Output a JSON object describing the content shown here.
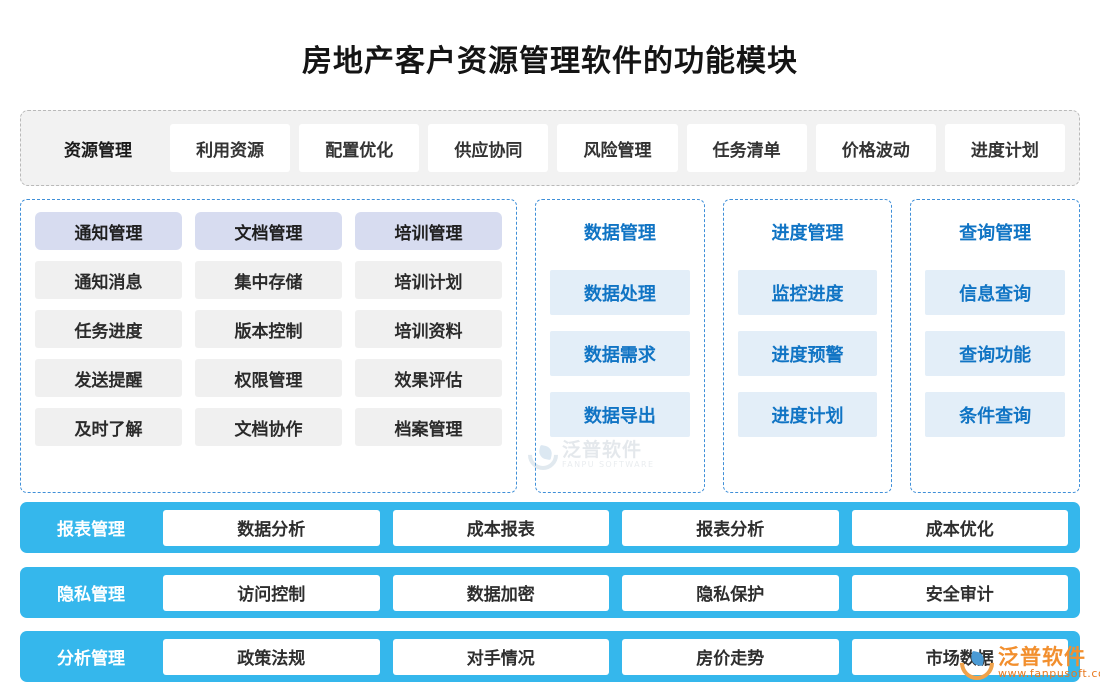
{
  "page": {
    "title": "房地产客户资源管理软件的功能模块"
  },
  "top_band": {
    "lead_label": "资源管理",
    "chips": [
      "利用资源",
      "配置优化",
      "供应协同",
      "风险管理",
      "任务清单",
      "价格波动",
      "进度计划"
    ]
  },
  "middle": {
    "group_left": {
      "columns": [
        {
          "header": "通知管理",
          "items": [
            "通知消息",
            "任务进度",
            "发送提醒",
            "及时了解"
          ]
        },
        {
          "header": "文档管理",
          "items": [
            "集中存储",
            "版本控制",
            "权限管理",
            "文档协作"
          ]
        },
        {
          "header": "培训管理",
          "items": [
            "培训计划",
            "培训资料",
            "效果评估",
            "档案管理"
          ]
        }
      ]
    },
    "group_right": [
      {
        "header": "数据管理",
        "items": [
          "数据处理",
          "数据需求",
          "数据导出"
        ]
      },
      {
        "header": "进度管理",
        "items": [
          "监控进度",
          "进度预警",
          "进度计划"
        ]
      },
      {
        "header": "查询管理",
        "items": [
          "信息查询",
          "查询功能",
          "条件查询"
        ]
      }
    ]
  },
  "bottom_bars": [
    {
      "lead_label": "报表管理",
      "chips": [
        "数据分析",
        "成本报表",
        "报表分析",
        "成本优化"
      ]
    },
    {
      "lead_label": "隐私管理",
      "chips": [
        "访问控制",
        "数据加密",
        "隐私保护",
        "安全审计"
      ]
    },
    {
      "lead_label": "分析管理",
      "chips": [
        "政策法规",
        "对手情况",
        "房价走势",
        "市场数据"
      ]
    }
  ],
  "watermarks": {
    "center": {
      "name": "泛普软件",
      "sub": "FANPU SOFTWARE"
    },
    "corner": {
      "name": "泛普软件",
      "sub": "www.fanpusoft.com"
    }
  },
  "colors": {
    "accent_blue": "#1074c4",
    "bar_cyan": "#35b7ec",
    "chip_lavender": "#d7dcf0",
    "chip_gray": "#f0f0f0",
    "chip_light_blue": "#e3eef8",
    "band_gray": "#f2f2f2",
    "dashed_blue": "#3f8fd8"
  }
}
